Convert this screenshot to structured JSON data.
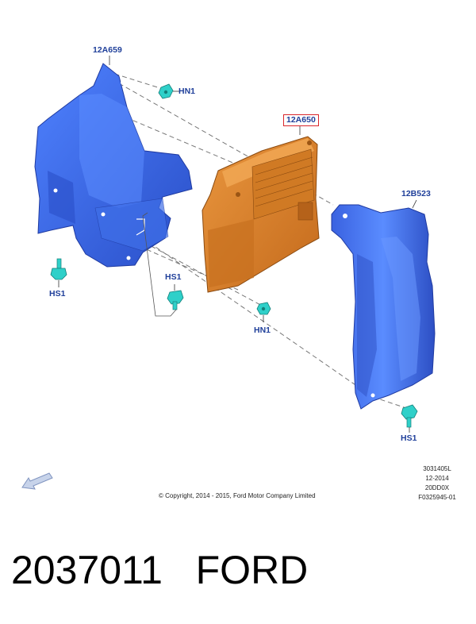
{
  "colors": {
    "bracket_blue": "#3f6fe8",
    "module_orange": "#d9802a",
    "fastener_cyan": "#2fd0c9",
    "label_blue": "#1f3f9a",
    "highlight_red": "#d9262b"
  },
  "labels": {
    "bracket_main": "12A659",
    "module": "12A650",
    "shield": "12B523",
    "hn1_top": "HN1",
    "hn1_bottom": "HN1",
    "hs1_left": "HS1",
    "hs1_center": "HS1",
    "hs1_right": "HS1"
  },
  "info_block": {
    "line1": "3031405L",
    "line2": "12-2014",
    "line3": "20DD0X",
    "line4": "F0325945-01"
  },
  "copyright": "© Copyright, 2014 - 2015, Ford Motor Company Limited",
  "caption": {
    "part_number": "2037011",
    "brand": "FORD"
  },
  "icons": {
    "direction": "front-direction-arrow-icon"
  }
}
